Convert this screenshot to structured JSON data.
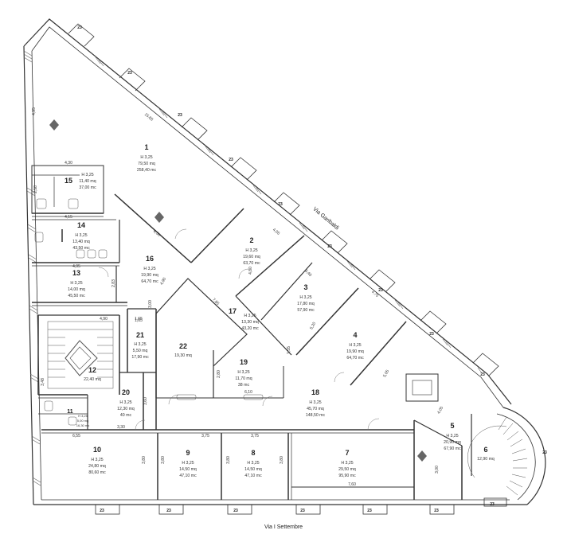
{
  "rooms": [
    {
      "id": "1",
      "h": "H 3,25",
      "area": "79,50 mq",
      "vol": "258,40 mc"
    },
    {
      "id": "2",
      "h": "H 3,25",
      "area": "19,60 mq",
      "vol": "63,70 mc"
    },
    {
      "id": "3",
      "h": "H 3,25",
      "area": "17,80 mq",
      "vol": "57,90 mc"
    },
    {
      "id": "4",
      "h": "H 3,25",
      "area": "19,90 mq",
      "vol": "64,70 mc"
    },
    {
      "id": "5",
      "h": "H 3,25",
      "area": "20,90 mq",
      "vol": "67,90 mc"
    },
    {
      "id": "6",
      "h": "",
      "area": "12,90 mq",
      "vol": ""
    },
    {
      "id": "7",
      "h": "H 3,25",
      "area": "29,50 mq",
      "vol": "95,90 mc"
    },
    {
      "id": "8",
      "h": "H 3,25",
      "area": "14,50 mq",
      "vol": "47,10 mc"
    },
    {
      "id": "9",
      "h": "H 3,25",
      "area": "14,50 mq",
      "vol": "47,10 mc"
    },
    {
      "id": "10",
      "h": "H 3,25",
      "area": "24,80 mq",
      "vol": "80,60 mc"
    },
    {
      "id": "11",
      "h": "H 3,25",
      "area": "5,00 mq",
      "vol": "16,30 mc"
    },
    {
      "id": "12",
      "h": "",
      "area": "22,40 mq",
      "vol": ""
    },
    {
      "id": "13",
      "h": "H 3,25",
      "area": "14,00 mq",
      "vol": "45,50 mc"
    },
    {
      "id": "14",
      "h": "H 3,25",
      "area": "13,40 mq",
      "vol": "43,50 mc"
    },
    {
      "id": "15",
      "h": "H 3,25",
      "area": "11,40 mq",
      "vol": "37,00 mc"
    },
    {
      "id": "16",
      "h": "H 3,25",
      "area": "19,90 mq",
      "vol": "64,70 mc"
    },
    {
      "id": "17",
      "h": "H 3,25",
      "area": "13,30 mq",
      "vol": "43,20 mc"
    },
    {
      "id": "18",
      "h": "H 3,25",
      "area": "45,70 mq",
      "vol": "148,50 mc"
    },
    {
      "id": "19",
      "h": "H 3,25",
      "area": "11,70 mq",
      "vol": "38 mc"
    },
    {
      "id": "20",
      "h": "H 3,25",
      "area": "12,30 mq",
      "vol": "40 mc"
    },
    {
      "id": "21",
      "h": "H 3,25",
      "area": "5,50 mq",
      "vol": "17,90 mc"
    },
    {
      "id": "22",
      "h": "",
      "area": "19,30 mq",
      "vol": ""
    }
  ],
  "dimensions": [
    "4,30",
    "4,15",
    "4,95",
    "4,90",
    "1,65",
    "3,00",
    "2,83",
    "2,58",
    "3,48",
    "3,60",
    "6,55",
    "3,30",
    "3,75",
    "3,75",
    "7,60",
    "3,80",
    "3,80",
    "3,80",
    "3,80",
    "6,10",
    "2,80",
    "1,55",
    "4,90",
    "7,85",
    "6,50",
    "4,80",
    "3,40",
    "5,20",
    "3,75",
    "5,05",
    "4,05",
    "4,05",
    "15,65",
    "4,95",
    "1,65",
    "3,00"
  ],
  "window_label": "23",
  "streets": {
    "north_east": "Via Garibaldi",
    "south": "Via I Settembre"
  }
}
